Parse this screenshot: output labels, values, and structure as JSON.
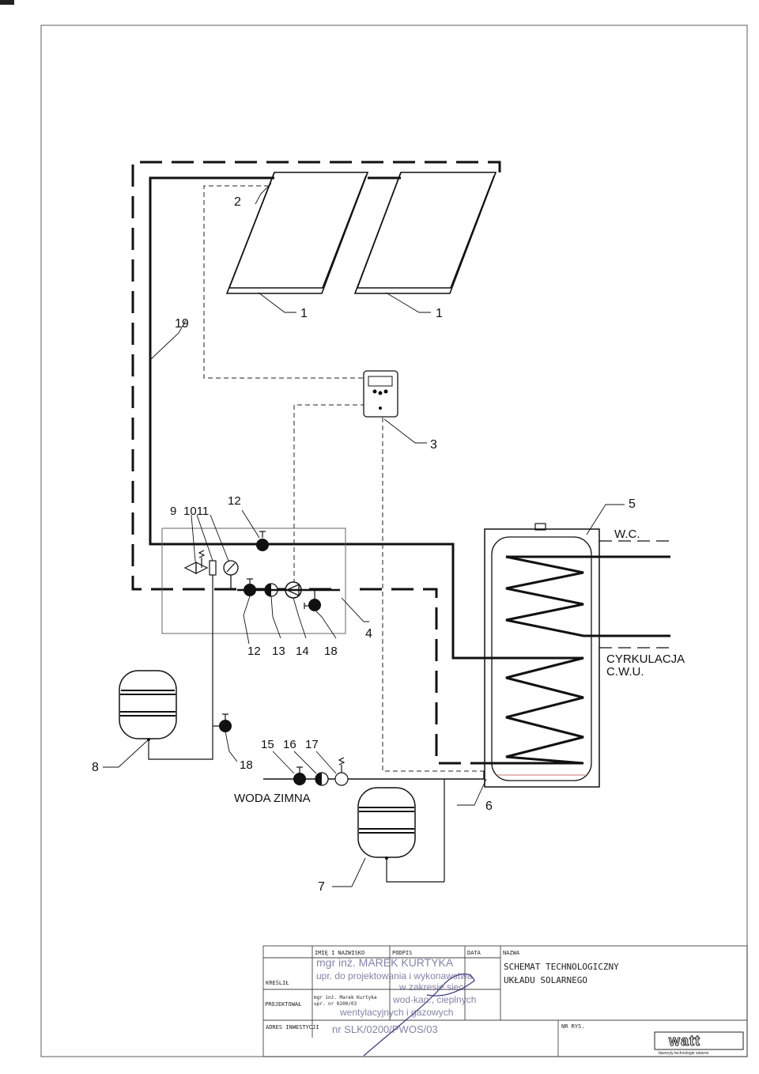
{
  "diagram": {
    "labels": {
      "collector_1a": "1",
      "collector_1b": "1",
      "sensor_2": "2",
      "controller_3": "3",
      "station_4": "4",
      "tank_5": "5",
      "coil_6": "6",
      "vessel_7": "7",
      "vessel_8": "8",
      "n9": "9",
      "n10_11": "1011",
      "n12_top": "12",
      "n12_bottom": "12",
      "n13": "13",
      "n14": "14",
      "n18_station": "18",
      "n18_lower": "18",
      "n15": "15",
      "n16": "16",
      "n17": "17",
      "n19": "19"
    },
    "text": {
      "wc": "W.C.",
      "cyrkulacja_1": "CYRKULACJA",
      "cyrkulacja_2": "C.W.U.",
      "woda_zimna": "WODA ZIMNA"
    }
  },
  "title_block": {
    "col_imie": "IMIĘ I NAZWISKO",
    "col_podpis": "PODPIS",
    "col_data": "DATA",
    "col_nazwa": "NAZWA",
    "row_kreslil": "KREŚLIŁ",
    "row_projektowal": "PROJEKTOWAŁ",
    "row_adres": "ADRES INWESTYCJI",
    "nr_rys": "NR RYS.",
    "projektant": "mgr inż. Marek Kurtyka",
    "uprawnienia": "upr. nr 0200/03",
    "nazwa_1": "SCHEMAT TECHNOLOGICZNY",
    "nazwa_2": "UKŁADU SOLARNEGO",
    "logo": "watt",
    "logo_tagline": "faworyty technologie solarne"
  },
  "stamp": {
    "line1": "mgr inż. MAREK KURTYKA",
    "line2": "upr. do projektowania i wykonawstwa",
    "line3": "w zakresie sieci",
    "line4": "wod-kan., cieplnych",
    "line5": "wentylacyjnych i gazowych",
    "line6": "nr SLK/0200/PWOS/03"
  }
}
